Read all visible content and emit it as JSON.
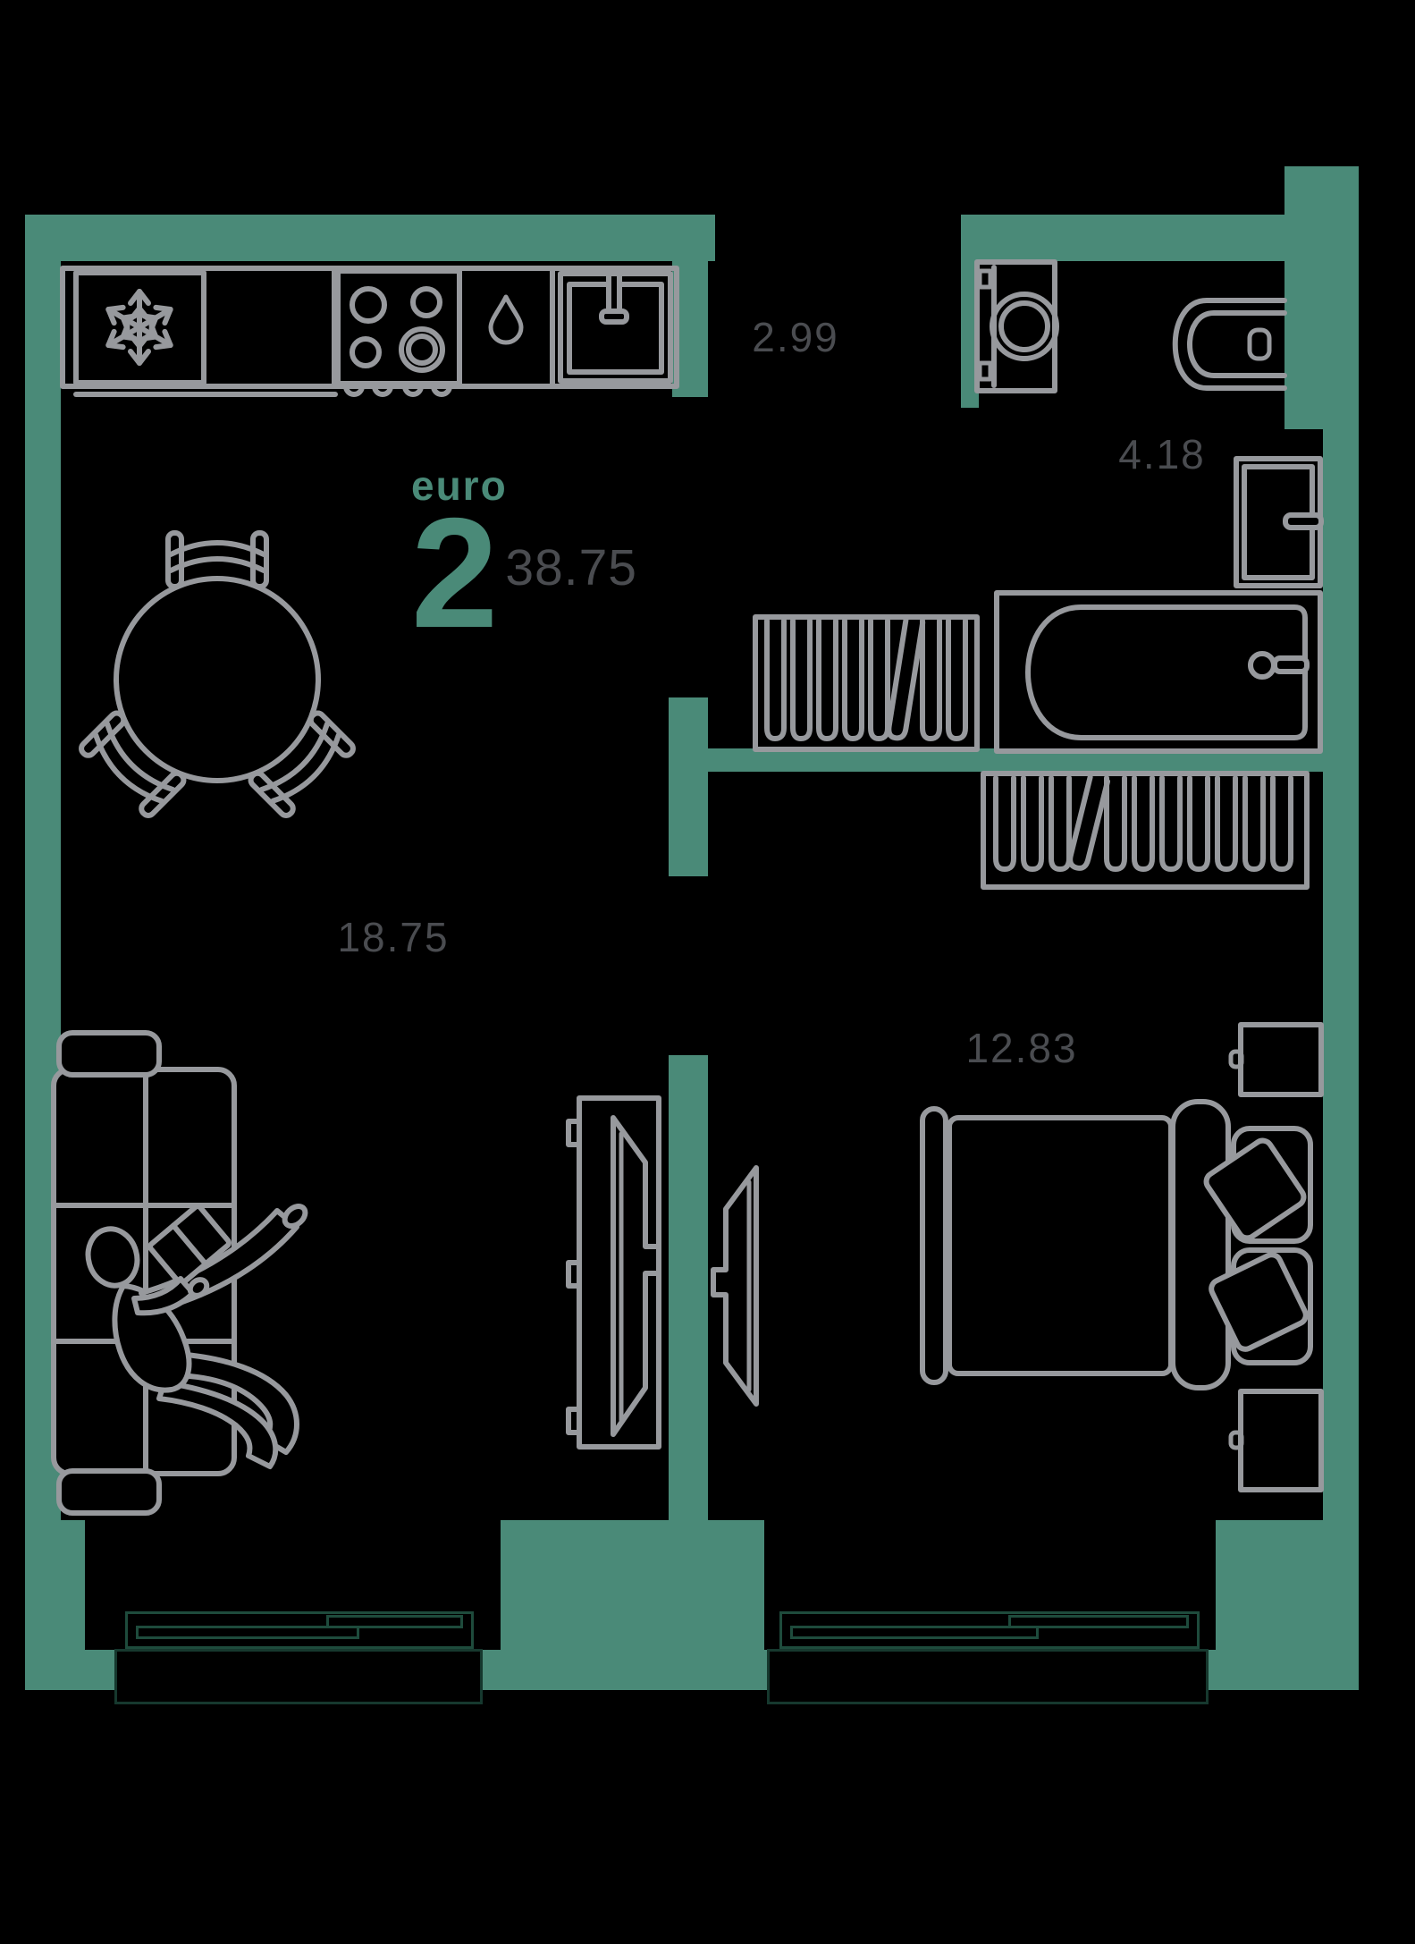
{
  "unit": {
    "type_label": "euro",
    "room_count": "2",
    "total_area": "38.75"
  },
  "rooms": [
    {
      "name": "hallway",
      "area": "2.99"
    },
    {
      "name": "bathroom",
      "area": "4.18"
    },
    {
      "name": "living-kitchen",
      "area": "18.75"
    },
    {
      "name": "bedroom",
      "area": "12.83"
    }
  ],
  "colors": {
    "background": "#000000",
    "walls": "#4a8a78",
    "furniture_lines": "#97999d",
    "area_labels": "#4a4c50",
    "accent_text": "#4a8a78",
    "window_lines": "#1e4b3c"
  },
  "icons": [
    "snowflake-icon",
    "stove-burners-icon",
    "water-drop-icon",
    "kitchen-sink-icon",
    "dining-table-icon",
    "chair-icon",
    "sofa-icon",
    "person-reading-icon",
    "tv-icon",
    "coat-rack-icon",
    "wardrobe-hangers-icon",
    "washing-machine-icon",
    "toilet-icon",
    "bathroom-sink-icon",
    "bathtub-icon",
    "bed-icon",
    "pillow-icon",
    "nightstand-icon",
    "window-icon"
  ]
}
